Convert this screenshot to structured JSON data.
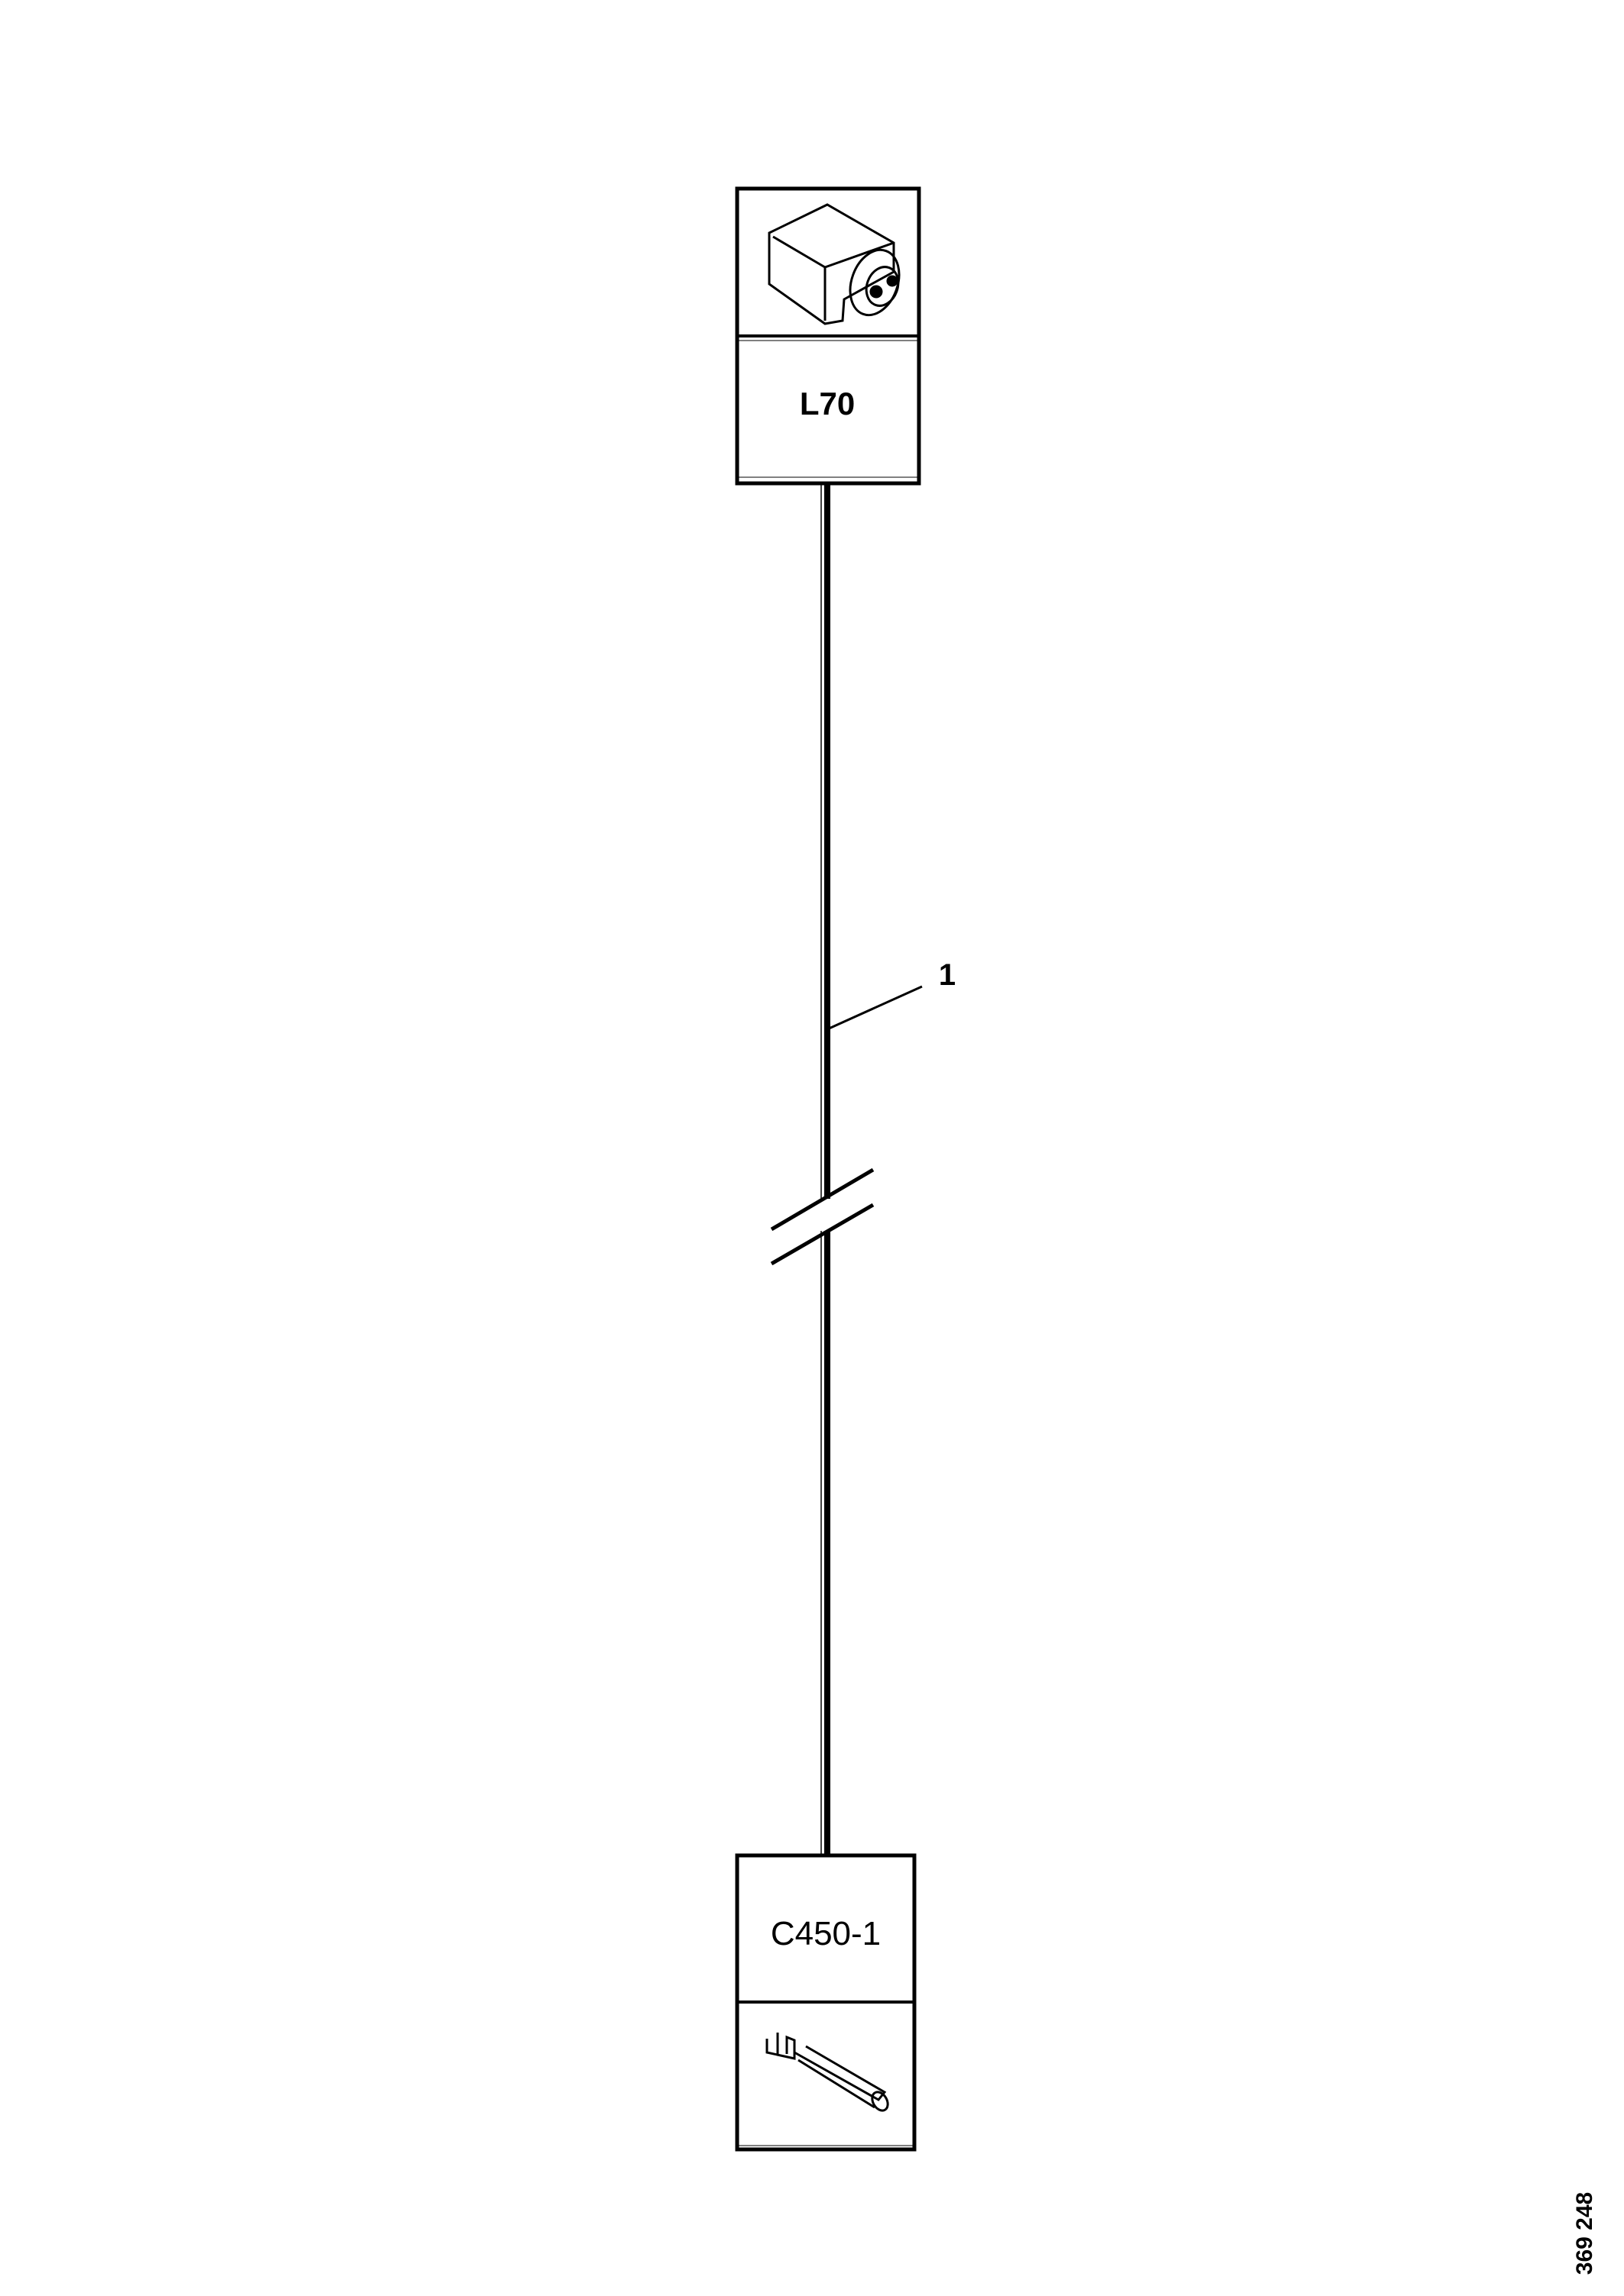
{
  "components": [
    {
      "id": "L70",
      "icon": "solenoid-valve-icon"
    },
    {
      "id": "C450-1",
      "icon": "terminal-pin-icon"
    }
  ],
  "wire": {
    "label": "1",
    "break_marks": true
  },
  "document_id": "369 248",
  "colors": {
    "line": "#000000",
    "background": "#ffffff"
  }
}
